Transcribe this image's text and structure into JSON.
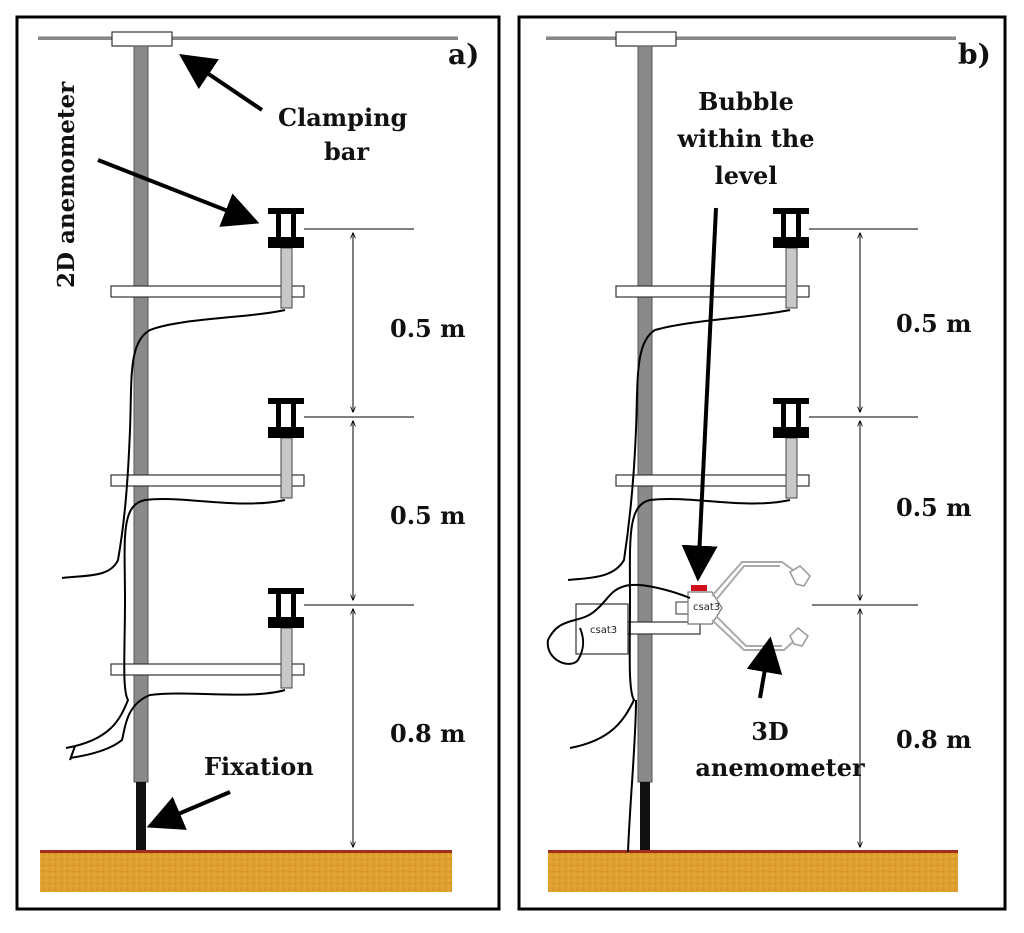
{
  "panels": [
    {
      "letter": "a)",
      "labels": {
        "clamping": [
          "Clamping",
          "bar"
        ],
        "sensor2d": "2D anemometer",
        "fixation": "Fixation"
      },
      "dimensions": [
        "0.5 m",
        "0.5 m",
        "0.8 m"
      ]
    },
    {
      "letter": "b)",
      "labels": {
        "bubble": [
          "Bubble",
          "within the",
          "level"
        ],
        "sensor3d": [
          "3D",
          "anemometer"
        ],
        "box_label": "csat3",
        "head_label": "csat3"
      },
      "dimensions": [
        "0.5 m",
        "0.5 m",
        "0.8 m"
      ]
    }
  ],
  "colors": {
    "ground_fill": "#e0a030",
    "ground_top": "#a0301a",
    "mast": "#8a8a8a",
    "bubble": "#d0101a"
  }
}
